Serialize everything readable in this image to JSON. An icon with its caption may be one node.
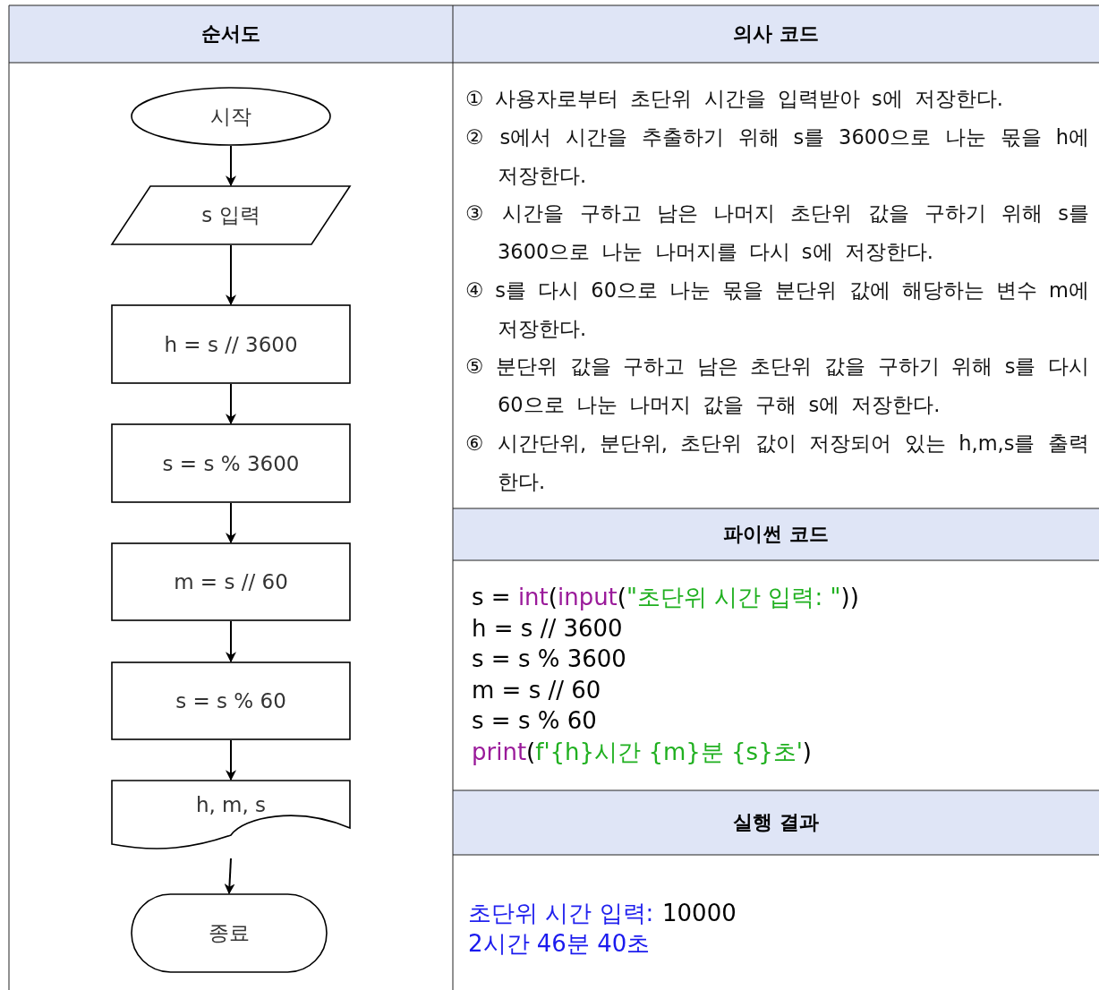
{
  "diagram": {
    "nodes": [
      {
        "text": [
          "시작"
        ]
      },
      {
        "text": [
          "s 입력"
        ]
      },
      {
        "text": [
          "h = s // 3600"
        ]
      },
      {
        "text": [
          "s = s % 3600"
        ]
      },
      {
        "text": [
          "m = s // 60"
        ]
      },
      {
        "text": [
          "s = s % 60"
        ]
      },
      {
        "text": [
          "h, m, s"
        ]
      },
      {
        "text": [
          "종료"
        ]
      }
    ],
    "edges": [
      {
        "from": 0,
        "to": 1,
        "arrow": "to"
      },
      {
        "from": 1,
        "to": 2,
        "arrow": "to"
      },
      {
        "from": 2,
        "to": 3,
        "arrow": "to"
      },
      {
        "from": 3,
        "to": 4,
        "arrow": "to"
      },
      {
        "from": 4,
        "to": 5,
        "arrow": "to"
      },
      {
        "from": 5,
        "to": 6,
        "arrow": "to"
      },
      {
        "from": 6,
        "to": 7,
        "arrow": "to"
      }
    ],
    "labels": [
      "순서도",
      "의사 코드",
      "① 사용자로부터 초단위 시간을 입력받아 s에 저장한다.",
      "② s에서 시간을 추출하기 위해 s를 3600으로 나눈 몫을 h에 저장한다.",
      "③ 시간을 구하고 남은 나머지 초단위 값을 구하기 위해 s를 3600으로 나눈 나머지를 다시 s에 저장한다.",
      "④ s를 다시 60으로 나눈 몫을 분단위 값에 해당하는 변수 m에 저장한다.",
      "⑤ 분단위 값을 구하고 남은 초단위 값을 구하기 위해 s를 다시 60으로 나눈 나머지 값을 구해 s에 저장한다.",
      "⑥ 시간단위, 분단위, 초단위 값이 저장되어 있는 h,m,s를 출력한다.",
      "파이썬 코드",
      "s = int(input(\"초단위 시간 입력: \"))",
      "h = s // 3600",
      "s = s % 3600",
      "m = s // 60",
      "s = s % 60",
      "print(f'{h}시간 {m}분 {s}초')",
      "실행 결과",
      "초단위 시간 입력:",
      "10000",
      "2시간 46분 40초"
    ]
  }
}
